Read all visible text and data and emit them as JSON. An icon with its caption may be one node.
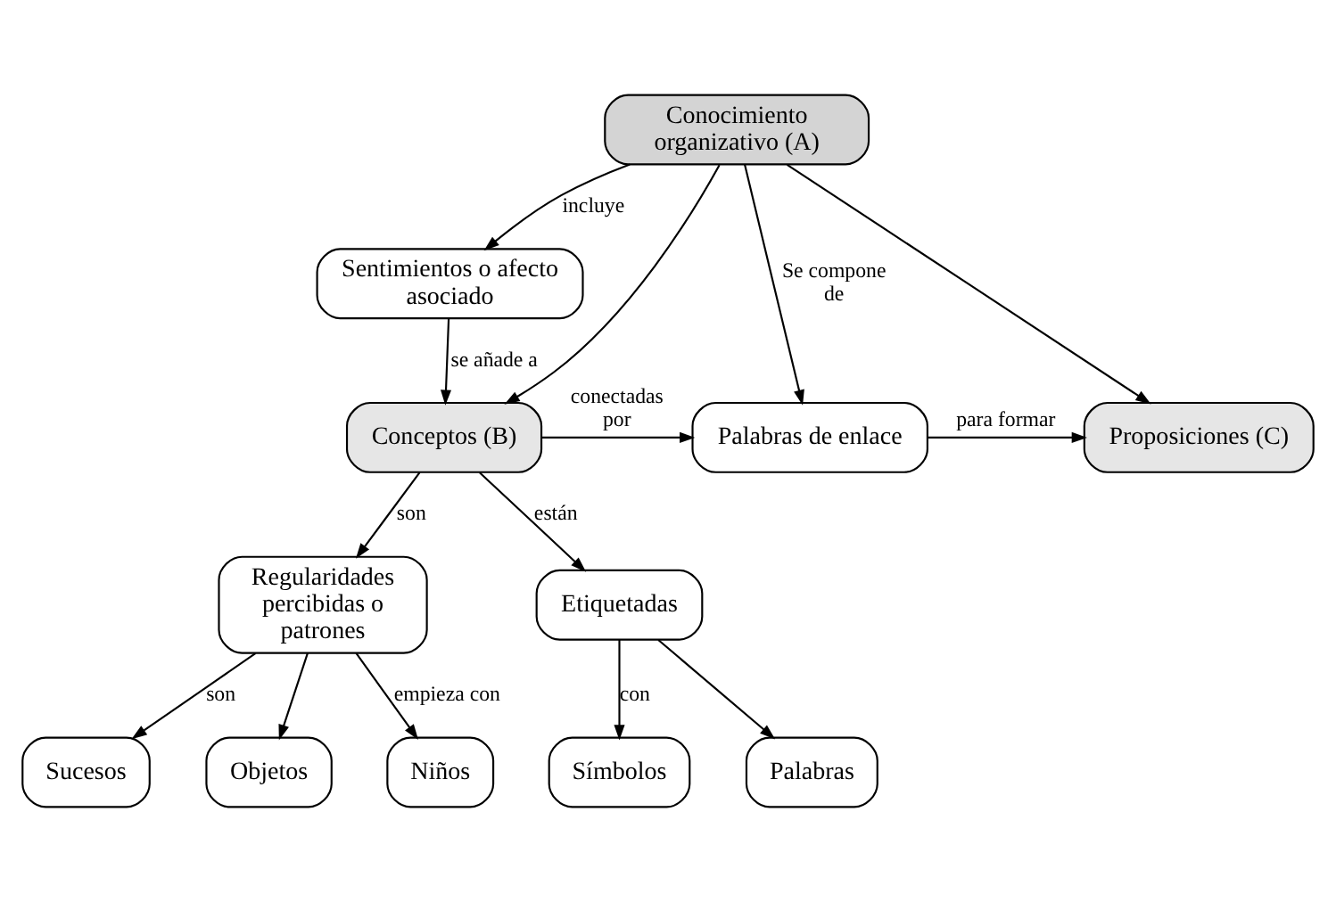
{
  "diagram": {
    "nodes": [
      {
        "text": [
          "Conocimiento organizativo (A)"
        ]
      },
      {
        "text": [
          "Sentimientos o afecto asociado"
        ]
      },
      {
        "text": [
          "Conceptos (B)"
        ]
      },
      {
        "text": [
          "Palabras de enlace"
        ]
      },
      {
        "text": [
          "Proposiciones (C)"
        ]
      },
      {
        "text": [
          "Regularidades percibidas o patrones"
        ]
      },
      {
        "text": [
          "Etiquetadas"
        ]
      },
      {
        "text": [
          "Sucesos"
        ]
      },
      {
        "text": [
          "Objetos"
        ]
      },
      {
        "text": [
          "Niños"
        ]
      },
      {
        "text": [
          "Símbolos"
        ]
      },
      {
        "text": [
          "Palabras"
        ]
      }
    ],
    "edges": [
      {
        "from": 0,
        "to": 1,
        "arrow": "to",
        "label": "incluye"
      },
      {
        "from": 0,
        "to": 2,
        "arrow": "to"
      },
      {
        "from": 0,
        "to": 3,
        "arrow": "to",
        "label": "Se compone de"
      },
      {
        "from": 0,
        "to": 4,
        "arrow": "to"
      },
      {
        "from": 1,
        "to": 2,
        "arrow": "to",
        "label": "se añade a"
      },
      {
        "from": 2,
        "to": 3,
        "arrow": "to",
        "label": "conectadas por"
      },
      {
        "from": 3,
        "to": 4,
        "arrow": "to",
        "label": "para formar"
      },
      {
        "from": 2,
        "to": 5,
        "arrow": "to",
        "label": "son"
      },
      {
        "from": 2,
        "to": 6,
        "arrow": "to",
        "label": "están"
      },
      {
        "from": 5,
        "to": 7,
        "arrow": "to",
        "label": "son"
      },
      {
        "from": 5,
        "to": 8,
        "arrow": "to"
      },
      {
        "from": 5,
        "to": 9,
        "arrow": "to",
        "label": "empieza con"
      },
      {
        "from": 6,
        "to": 10,
        "arrow": "to",
        "label": "con"
      },
      {
        "from": 6,
        "to": 11,
        "arrow": "to"
      }
    ]
  }
}
